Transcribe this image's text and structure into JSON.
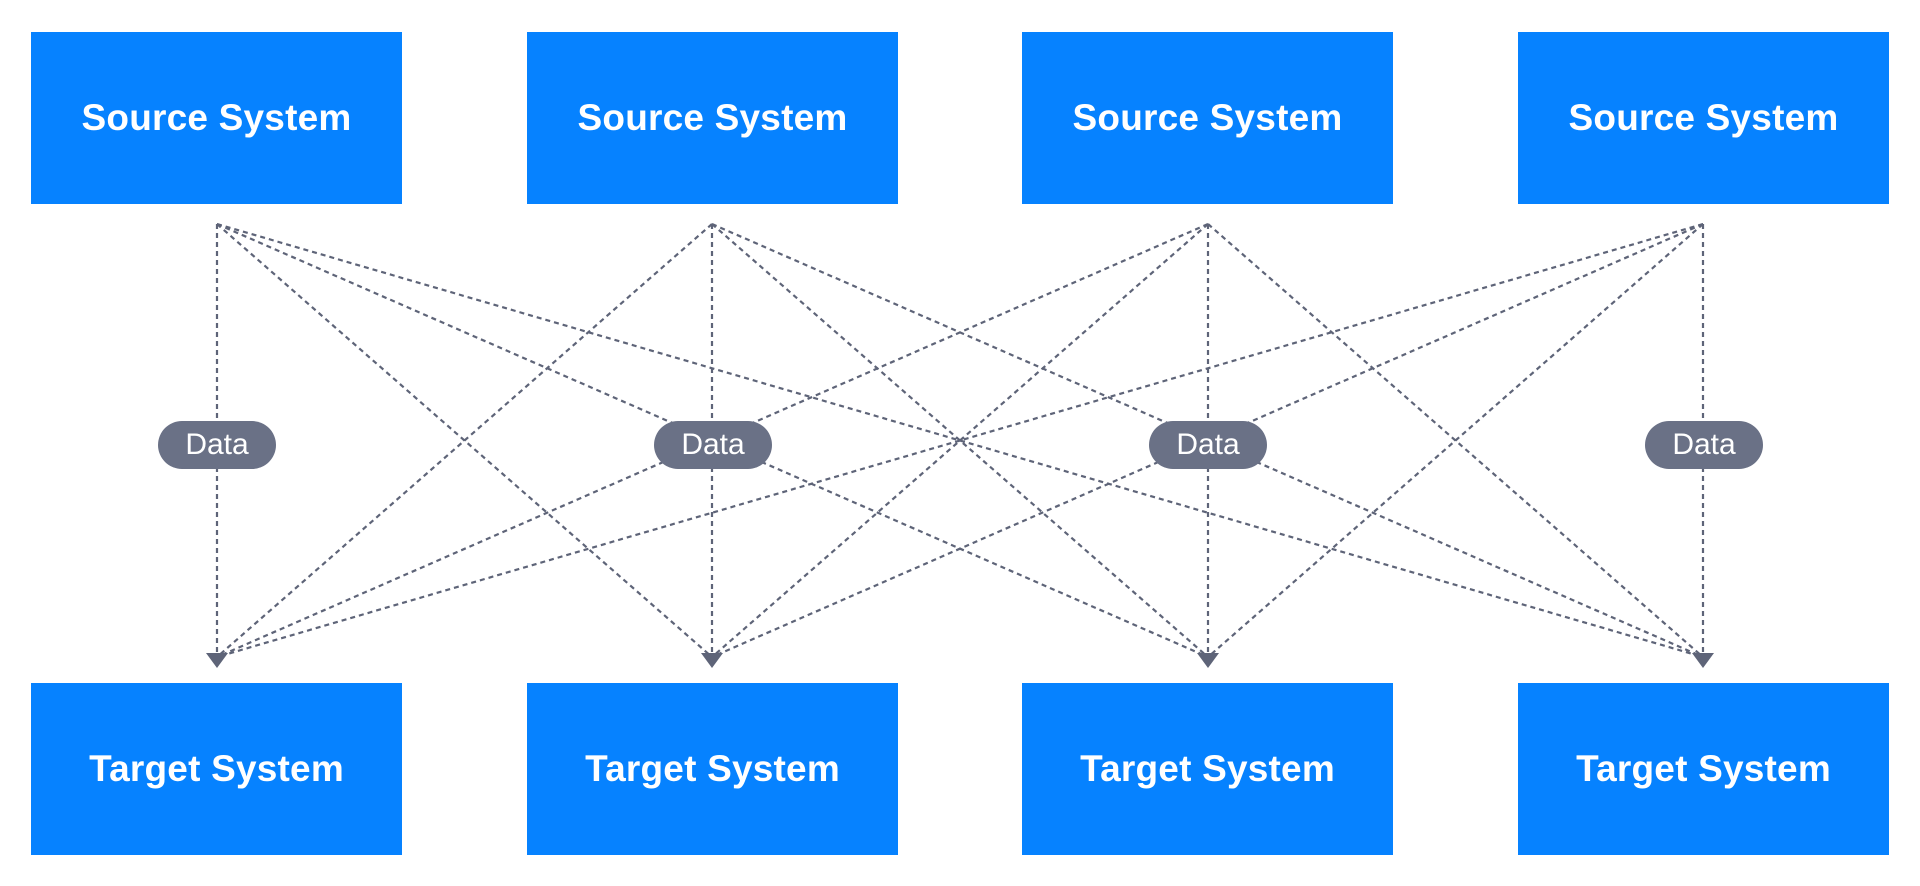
{
  "sources": [
    {
      "label": "Source System"
    },
    {
      "label": "Source System"
    },
    {
      "label": "Source System"
    },
    {
      "label": "Source System"
    }
  ],
  "targets": [
    {
      "label": "Target System"
    },
    {
      "label": "Target System"
    },
    {
      "label": "Target System"
    },
    {
      "label": "Target System"
    }
  ],
  "data_labels": [
    "Data",
    "Data",
    "Data",
    "Data"
  ],
  "connections": "all-to-all",
  "colors": {
    "box": "#0682FF",
    "line": "#5E6478",
    "pill": "#6A7186",
    "box_text": "#FFFFFF"
  }
}
